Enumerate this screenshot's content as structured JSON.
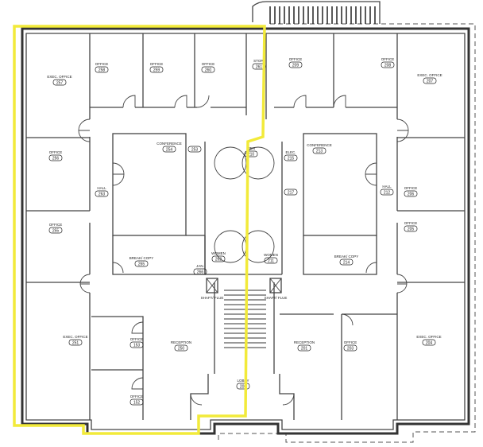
{
  "plan": {
    "highlight_color": "#f2ea3a",
    "rooms": [
      {
        "id": "exec-office-257",
        "name": "EXEC. OFFICE",
        "number": "257"
      },
      {
        "id": "office-258",
        "name": "OFFICE",
        "number": "258"
      },
      {
        "id": "office-259",
        "name": "OFFICE",
        "number": "259"
      },
      {
        "id": "office-260",
        "name": "OFFICE",
        "number": "260"
      },
      {
        "id": "storage-261",
        "name": "STOR.",
        "number": "261"
      },
      {
        "id": "office-256",
        "name": "OFFICE",
        "number": "256"
      },
      {
        "id": "hall-263",
        "name": "HALL",
        "number": "263"
      },
      {
        "id": "conference-254",
        "name": "CONFERENCE",
        "number": "254"
      },
      {
        "id": "room-253",
        "name": "",
        "number": "253"
      },
      {
        "id": "office-255",
        "name": "OFFICE",
        "number": "255"
      },
      {
        "id": "break-copy-265",
        "name": "BREAK/ COPY",
        "number": "265"
      },
      {
        "id": "jan-266",
        "name": "JAN.",
        "number": "266"
      },
      {
        "id": "women-262",
        "name": "WOMEN",
        "number": "262"
      },
      {
        "id": "exec-office-251",
        "name": "EXEC. OFFICE",
        "number": "251"
      },
      {
        "id": "office-153",
        "name": "OFFICE",
        "number": "153"
      },
      {
        "id": "office-152",
        "name": "OFFICE",
        "number": "152"
      },
      {
        "id": "reception-250",
        "name": "RECEPTION",
        "number": "250"
      },
      {
        "id": "lobby-200",
        "name": "LOBBY",
        "number": "200"
      },
      {
        "id": "men-210",
        "name": "MEN",
        "number": "210"
      },
      {
        "id": "office-209",
        "name": "OFFICE",
        "number": "209"
      },
      {
        "id": "office-208",
        "name": "OFFICE",
        "number": "208"
      },
      {
        "id": "exec-office-207",
        "name": "EXEC. OFFICE",
        "number": "207"
      },
      {
        "id": "elec-215",
        "name": "ELEC.",
        "number": "215"
      },
      {
        "id": "room-217",
        "name": "",
        "number": "217"
      },
      {
        "id": "conference-213",
        "name": "CONFERENCE",
        "number": "213"
      },
      {
        "id": "hall-212",
        "name": "HALL",
        "number": "212"
      },
      {
        "id": "office-206",
        "name": "OFFICE",
        "number": "206"
      },
      {
        "id": "office-205",
        "name": "OFFICE",
        "number": "205"
      },
      {
        "id": "break-copy-214",
        "name": "BREAK/ COPY",
        "number": "214"
      },
      {
        "id": "women-211",
        "name": "WOMEN",
        "number": "211"
      },
      {
        "id": "reception-201",
        "name": "RECEPTION",
        "number": "201"
      },
      {
        "id": "office-203",
        "name": "OFFICE",
        "number": "203"
      },
      {
        "id": "exec-office-204",
        "name": "EXEC. OFFICE",
        "number": "204"
      }
    ],
    "shaft_label": "SHAFT/ FLUE"
  }
}
